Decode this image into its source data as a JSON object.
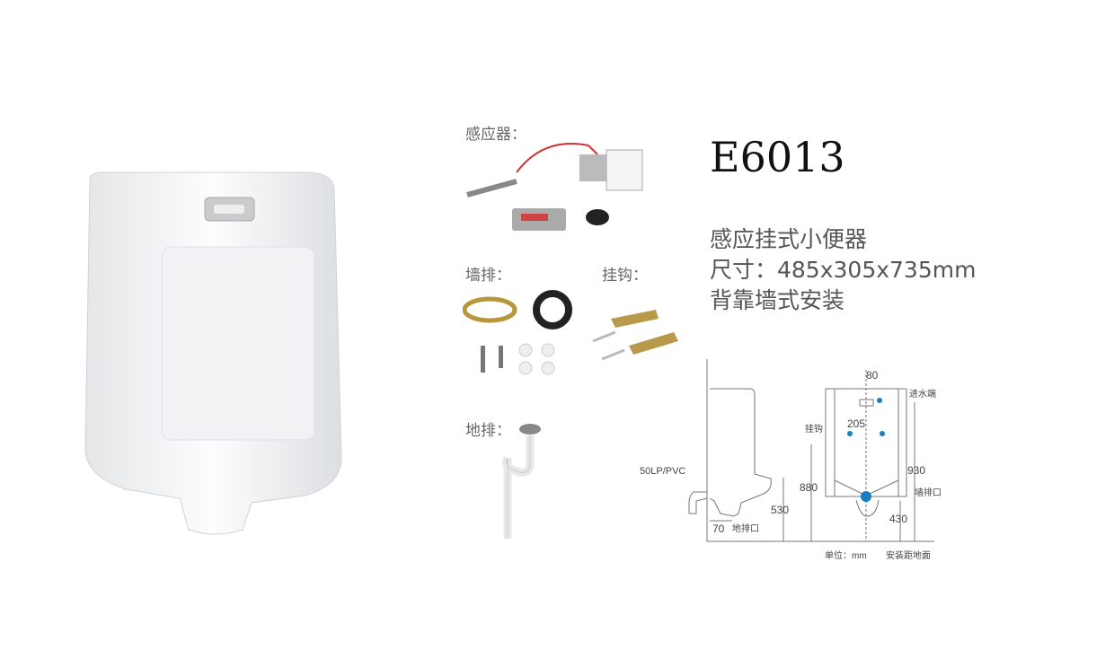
{
  "product": {
    "model": "E6013",
    "name": "感应挂式小便器",
    "size": "尺寸：485x305x735mm",
    "install": "背靠墙式安装"
  },
  "parts": {
    "sensor": "感应器：",
    "wall_drain": "墙排：",
    "hook": "挂钩：",
    "floor_drain": "地排："
  },
  "diagram": {
    "pipe": "50LP/PVC",
    "d70": "70",
    "floor_outlet": "地排口",
    "d530": "530",
    "d880": "880",
    "d80": "80",
    "inlet": "进水端",
    "d205": "205",
    "hook": "挂钩",
    "d930": "930",
    "wall_outlet": "墙排口",
    "d430": "430",
    "unit": "单位：mm",
    "height_note": "安装距地面"
  },
  "colors": {
    "accent": "#1a7fc0"
  }
}
